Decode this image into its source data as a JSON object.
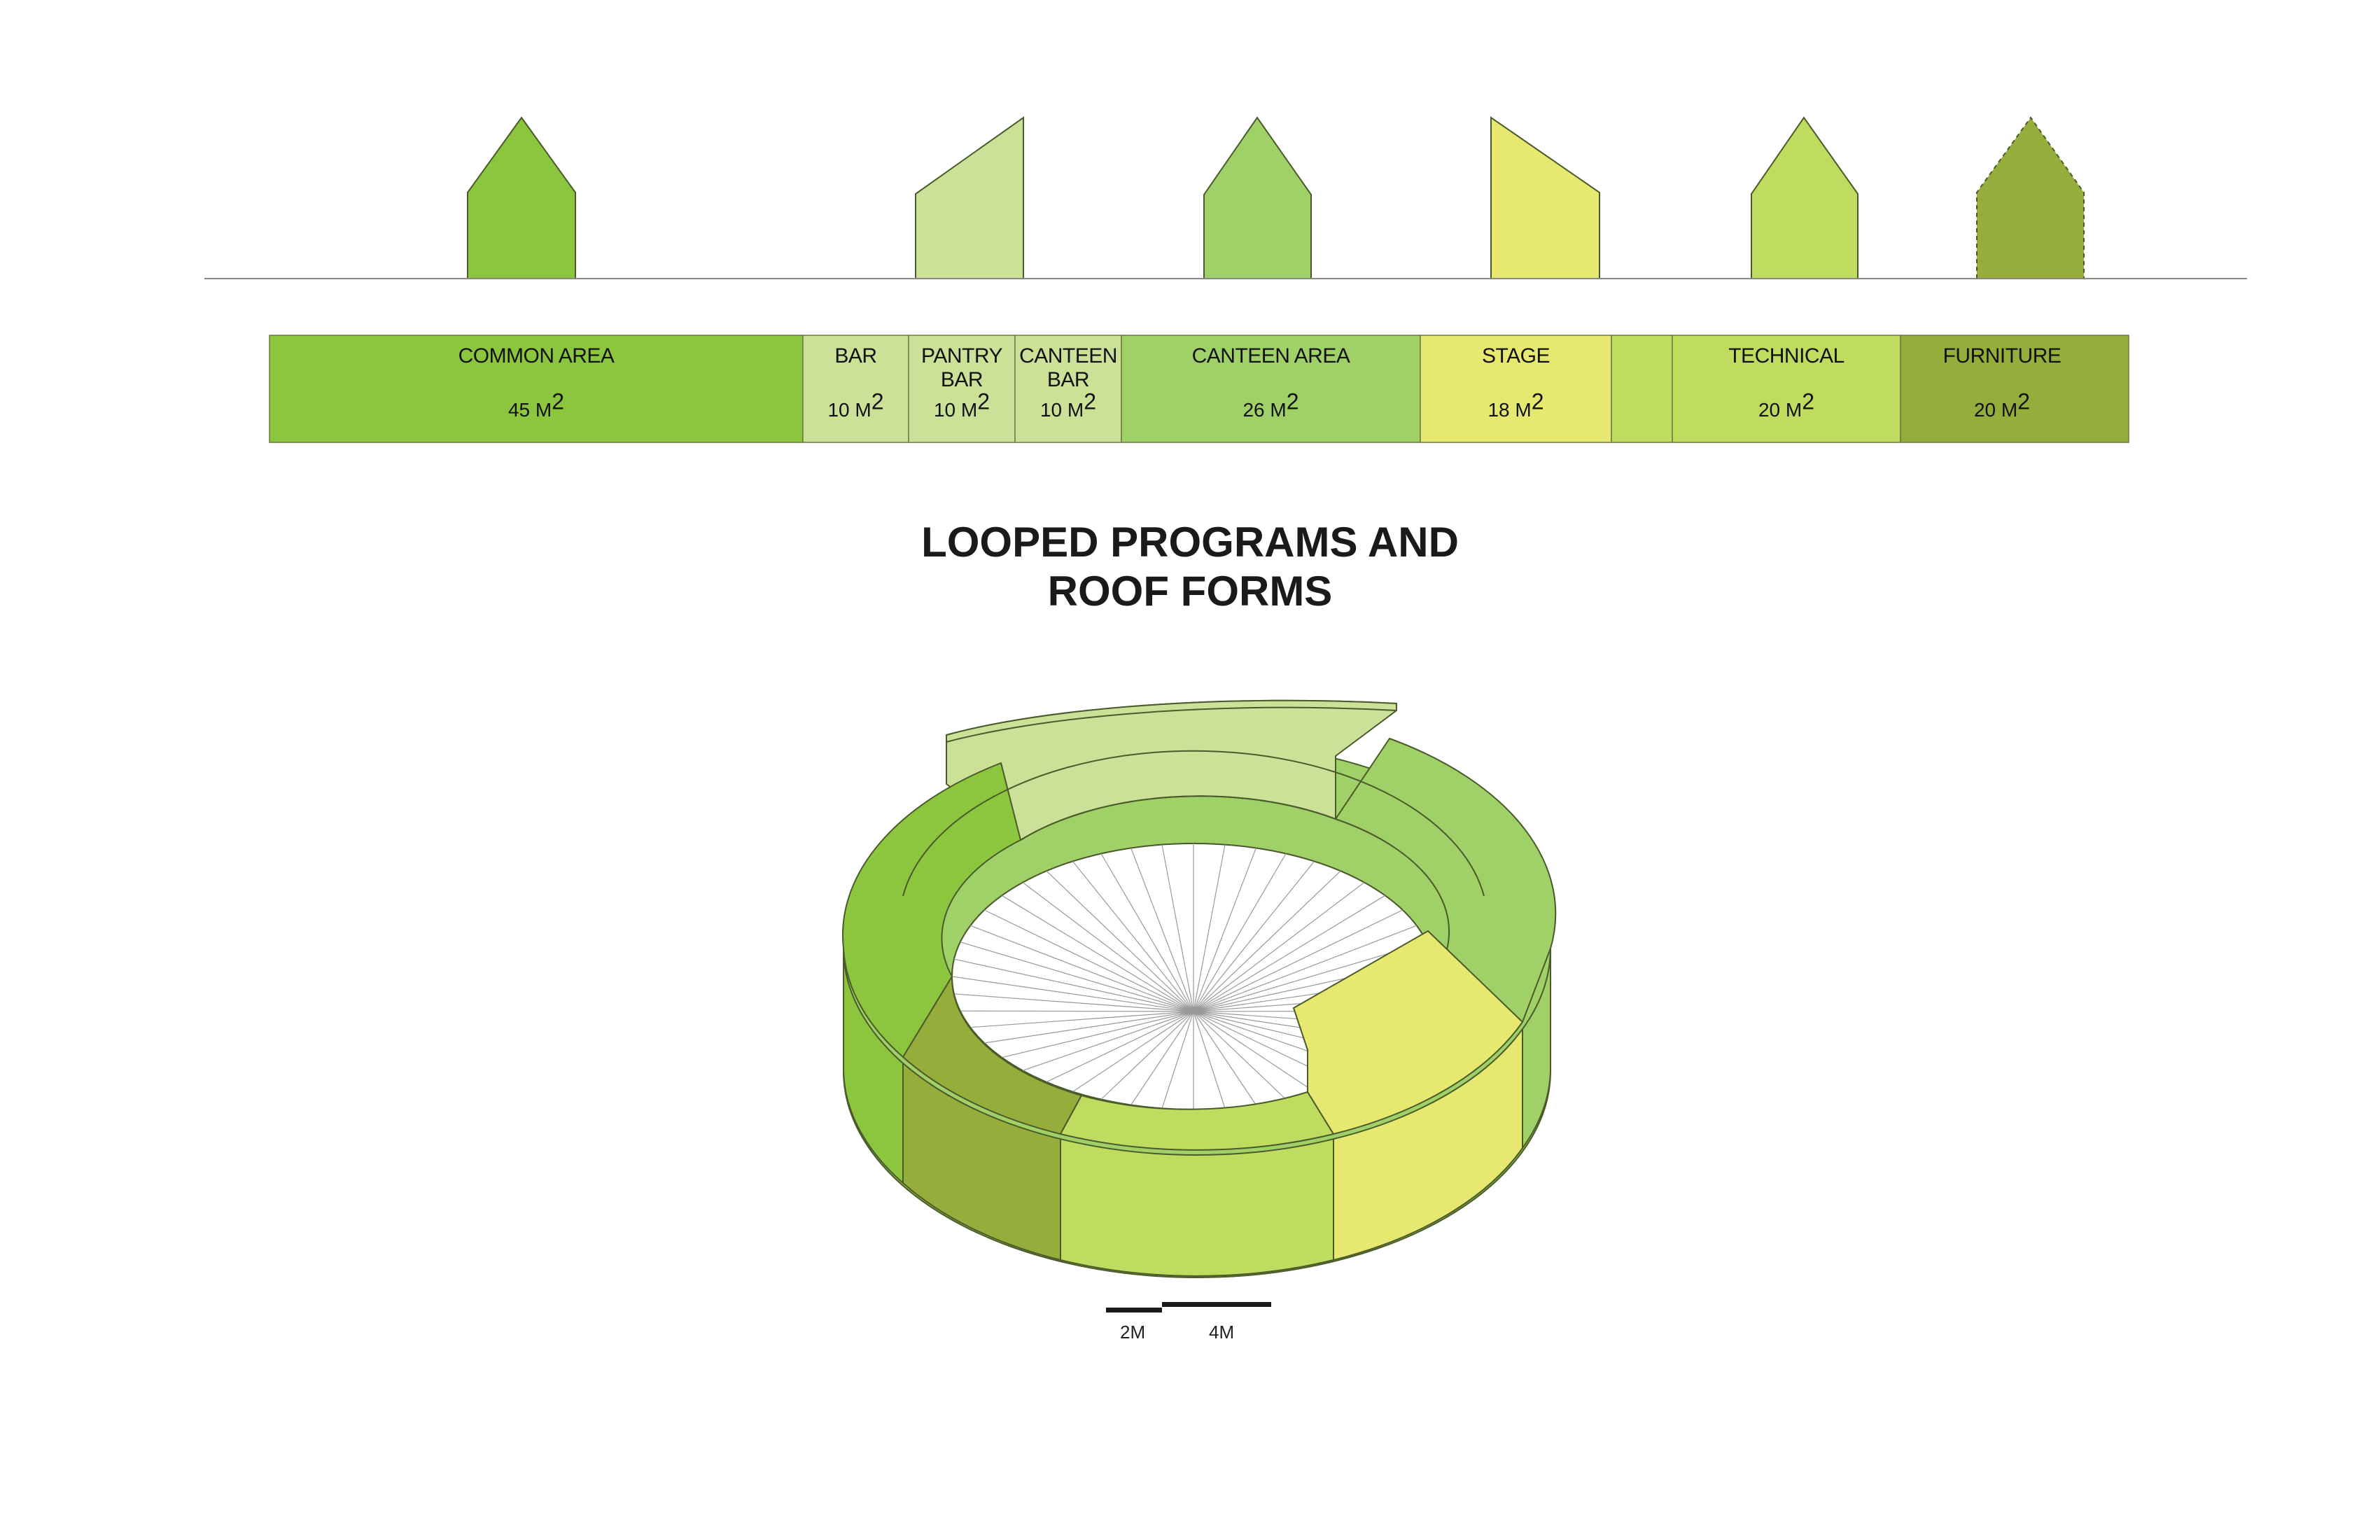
{
  "colors": {
    "common_area": "#8cc63f",
    "bar": "#cce198",
    "canteen_area": "#a0d068",
    "stage": "#e6e870",
    "stage_gap": "#c0dc60",
    "technical": "#c0dc60",
    "furniture": "#96ad3c",
    "outline": "#4a5a2a",
    "baseline": "#888888",
    "spokes": "#999999"
  },
  "strip": [
    {
      "key": "common_area",
      "label": "COMMON AREA",
      "area": "45 M",
      "sup": "2"
    },
    {
      "key": "bar",
      "label": "BAR",
      "area": "10 M",
      "sup": "2"
    },
    {
      "key": "pantry_bar",
      "label": "PANTRY\nBAR",
      "area": "10 M",
      "sup": "2"
    },
    {
      "key": "canteen_bar",
      "label": "CANTEEN\nBAR",
      "area": "10 M",
      "sup": "2"
    },
    {
      "key": "canteen_area",
      "label": "CANTEEN AREA",
      "area": "26 M",
      "sup": "2"
    },
    {
      "key": "stage",
      "label": "STAGE",
      "area": "18 M",
      "sup": "2"
    },
    {
      "key": "stage_gap",
      "label": "",
      "area": "",
      "sup": ""
    },
    {
      "key": "technical",
      "label": "TECHNICAL",
      "area": "20 M",
      "sup": "2"
    },
    {
      "key": "furniture",
      "label": "FURNITURE",
      "area": "20 M",
      "sup": "2"
    }
  ],
  "title_line_1": "LOOPED PROGRAMS AND",
  "title_line_2": "ROOF FORMS",
  "scale": {
    "label_1": "2M",
    "label_2": "4M"
  }
}
